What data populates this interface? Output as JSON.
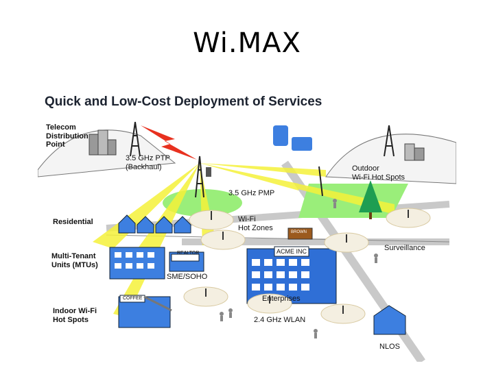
{
  "slide": {
    "title": "Wi.MAX"
  },
  "diagram": {
    "heading": "Quick and Low-Cost Deployment of Services",
    "labels": {
      "telecom": "Telecom\nDistribution\nPoint",
      "ptp": "3.5 GHz PTP",
      "backhaul": "(Backhaul)",
      "pmp": "3.5 GHz PMP",
      "outdoor": "Outdoor\nWi-Fi Hot Spots",
      "residential": "Residential",
      "wifi_zones": "Wi-Fi\nHot Zones",
      "mtu": "Multi-Tenant\nUnits (MTUs)",
      "sme": "SME/SOHO",
      "acme": "ACME INC",
      "enterprises": "Enterprises",
      "surveillance": "Surveillance",
      "indoor": "Indoor Wi-Fi\nHot Spots",
      "wlan": "2.4 GHz WLAN",
      "nlos": "NLOS"
    },
    "signs": {
      "realtor": "REALTOR",
      "coffee": "COFFEE",
      "truck": "BROWN"
    }
  },
  "colors": {
    "beam": "#f5f23a",
    "lightning": "#e8311f",
    "ground": "#9aee7a",
    "building": "#2f6fd6",
    "road": "#d6d6d6"
  }
}
